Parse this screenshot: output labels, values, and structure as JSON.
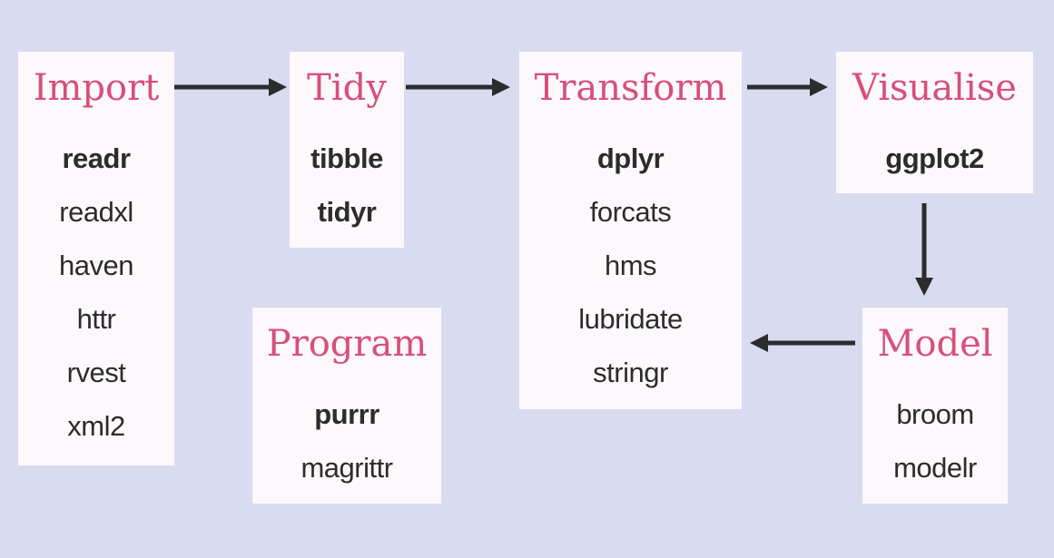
{
  "colors": {
    "background": "#d9dbf1",
    "box": "#fdf8fc",
    "title": "#d6507a",
    "text": "#2c2c2c",
    "arrow": "#2c2c2c"
  },
  "boxes": {
    "import": {
      "title": "Import",
      "packages": [
        {
          "name": "readr",
          "bold": true
        },
        {
          "name": "readxl",
          "bold": false
        },
        {
          "name": "haven",
          "bold": false
        },
        {
          "name": "httr",
          "bold": false
        },
        {
          "name": "rvest",
          "bold": false
        },
        {
          "name": "xml2",
          "bold": false
        }
      ]
    },
    "tidy": {
      "title": "Tidy",
      "packages": [
        {
          "name": "tibble",
          "bold": true
        },
        {
          "name": "tidyr",
          "bold": true
        }
      ]
    },
    "transform": {
      "title": "Transform",
      "packages": [
        {
          "name": "dplyr",
          "bold": true
        },
        {
          "name": "forcats",
          "bold": false
        },
        {
          "name": "hms",
          "bold": false
        },
        {
          "name": "lubridate",
          "bold": false
        },
        {
          "name": "stringr",
          "bold": false
        }
      ]
    },
    "visualise": {
      "title": "Visualise",
      "packages": [
        {
          "name": "ggplot2",
          "bold": true
        }
      ]
    },
    "model": {
      "title": "Model",
      "packages": [
        {
          "name": "broom",
          "bold": false
        },
        {
          "name": "modelr",
          "bold": false
        }
      ]
    },
    "program": {
      "title": "Program",
      "packages": [
        {
          "name": "purrr",
          "bold": true
        },
        {
          "name": "magrittr",
          "bold": false
        }
      ]
    }
  }
}
